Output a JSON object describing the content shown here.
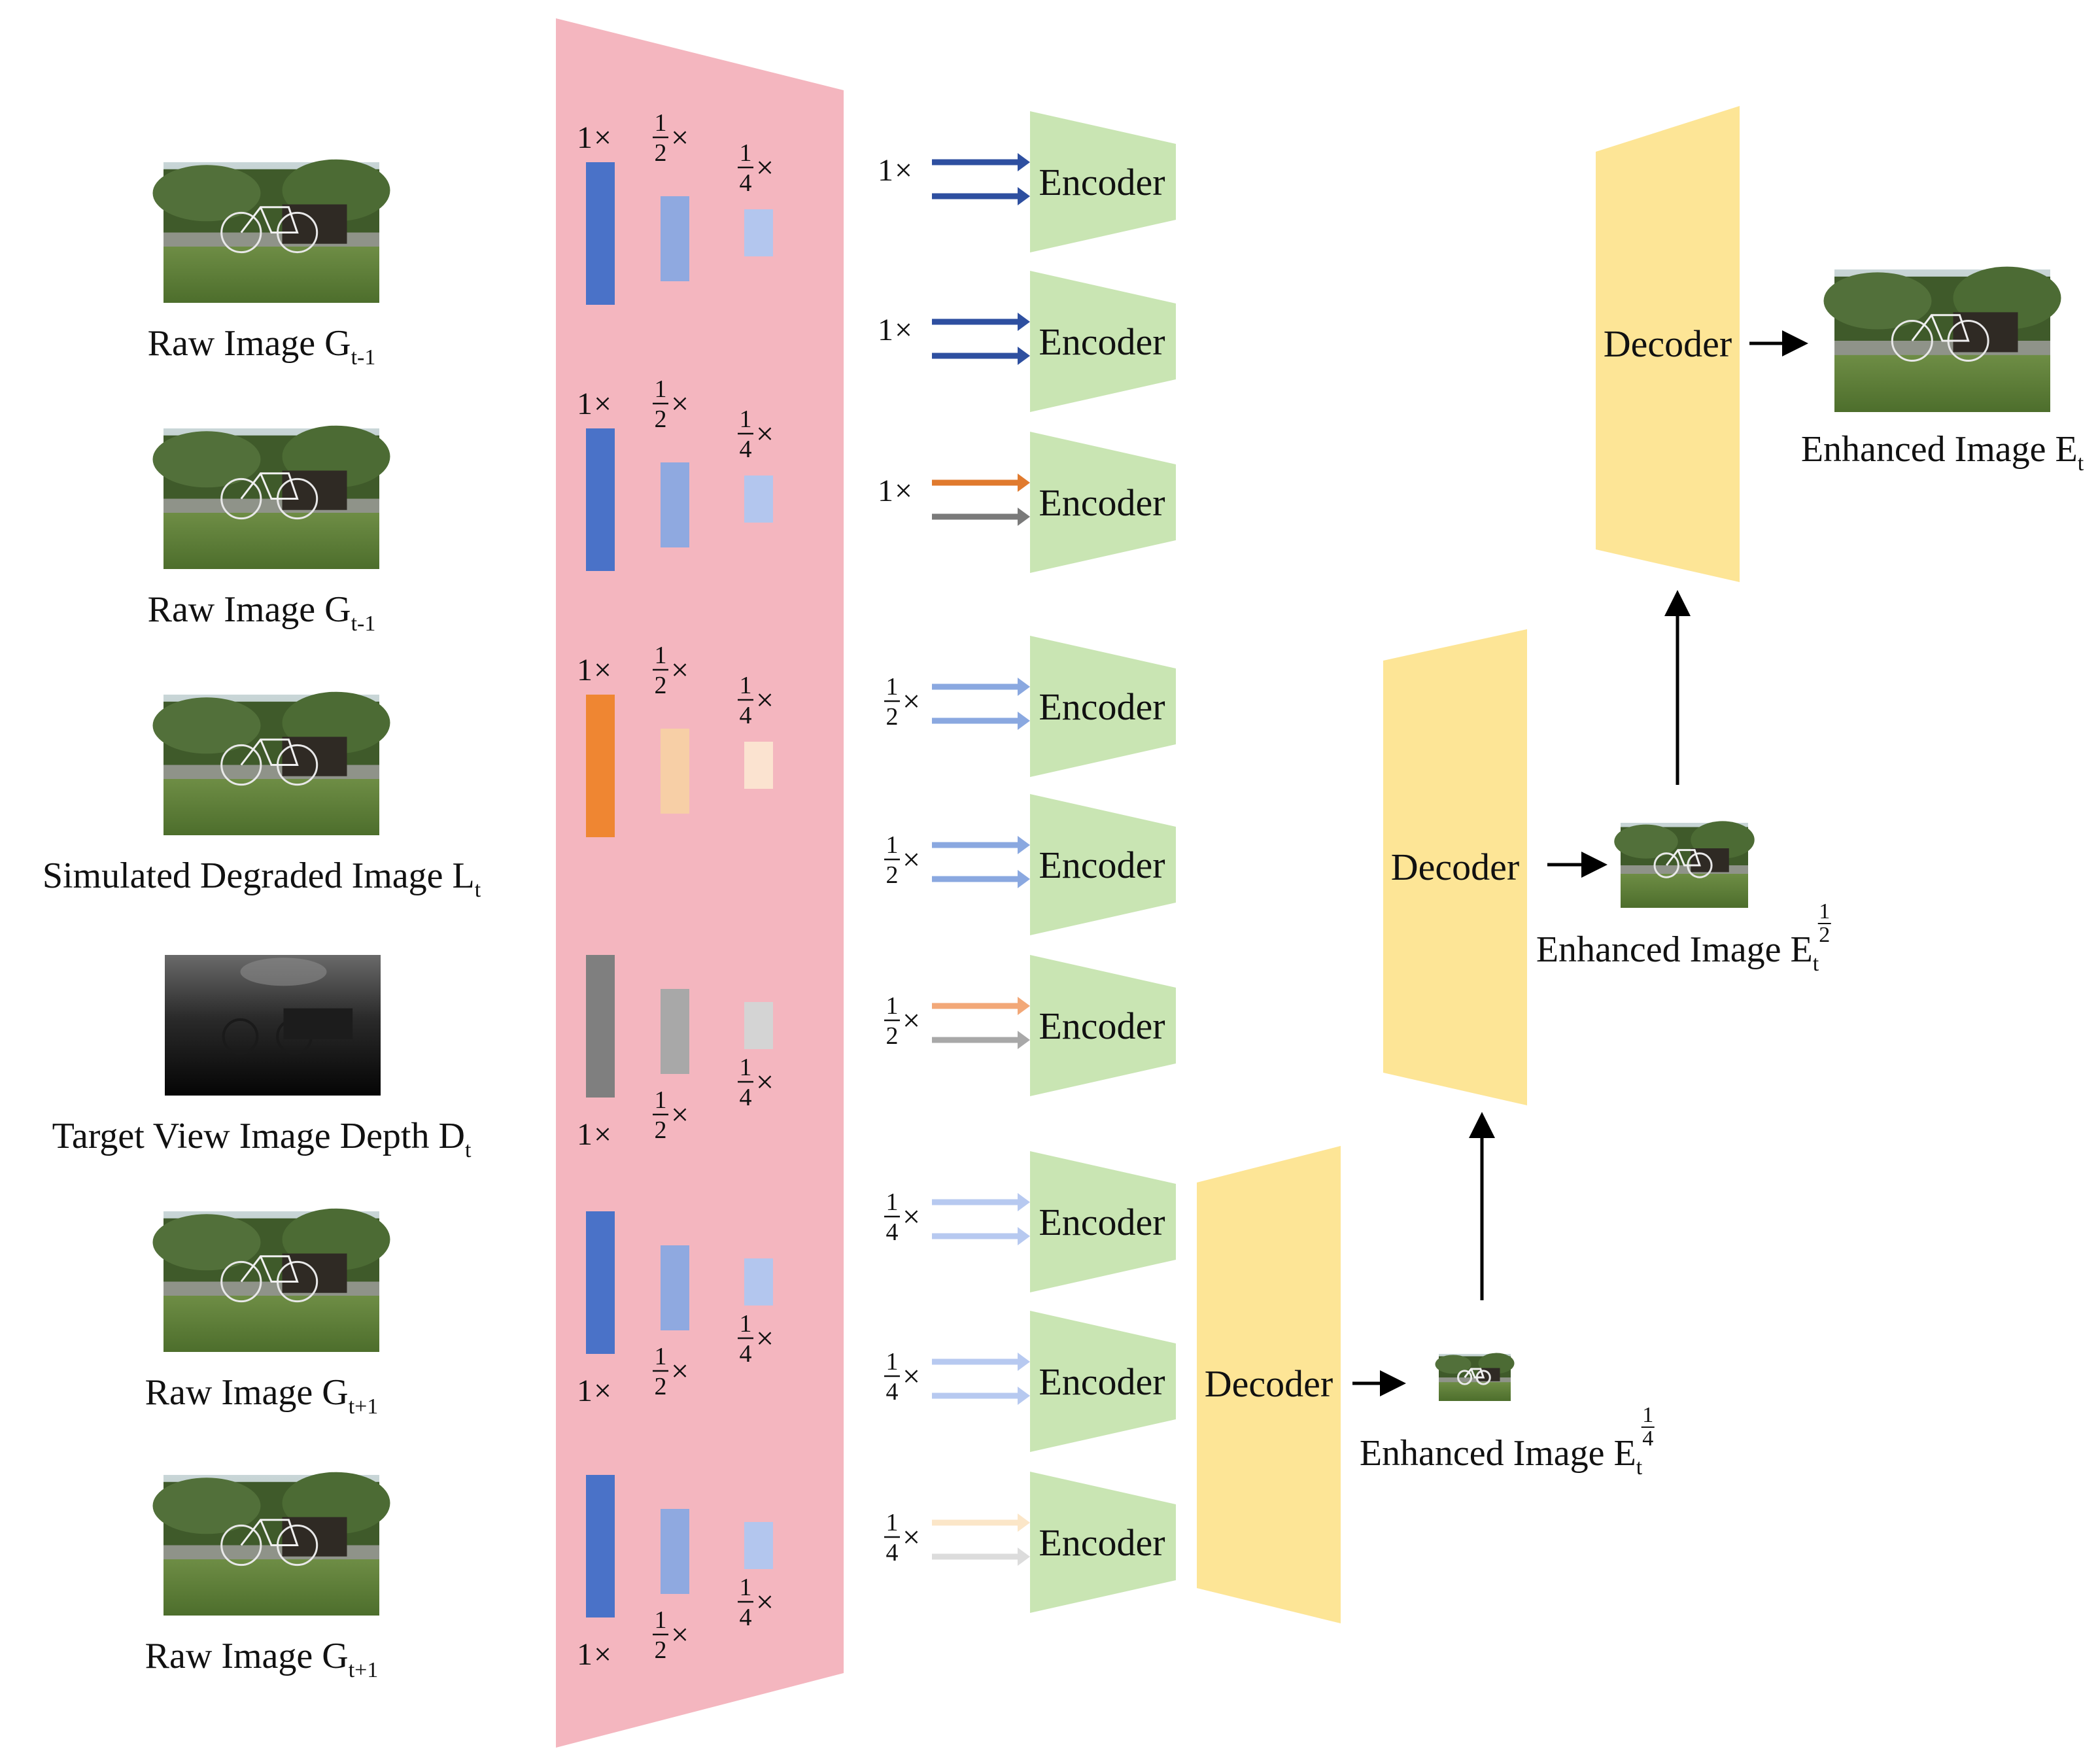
{
  "inputs": [
    {
      "label": "Raw Image G",
      "sub": "t-1",
      "kind": "rgb"
    },
    {
      "label": "Raw Image G",
      "sub": "t-1",
      "kind": "rgb"
    },
    {
      "label": "Simulated Degraded Image L",
      "sub": "t",
      "kind": "rgb"
    },
    {
      "label": "Target View Image Depth D",
      "sub": "t",
      "kind": "depth"
    },
    {
      "label": "Raw Image G",
      "sub": "t+1",
      "kind": "rgb"
    },
    {
      "label": "Raw Image G",
      "sub": "t+1",
      "kind": "rgb"
    }
  ],
  "feature_groups": [
    {
      "color_full": "#4a72c8",
      "color_half": "#8fa9e0",
      "color_quarter": "#b3c6ee",
      "labels_above": true
    },
    {
      "color_full": "#4a72c8",
      "color_half": "#8fa9e0",
      "color_quarter": "#b3c6ee",
      "labels_above": true
    },
    {
      "color_full": "#ef8632",
      "color_half": "#f7cfa6",
      "color_quarter": "#fbe3d0",
      "labels_above": true
    },
    {
      "color_full": "#7f7f7f",
      "color_half": "#a8a8a8",
      "color_quarter": "#d4d4d4",
      "labels_above": false
    },
    {
      "color_full": "#4a72c8",
      "color_half": "#8fa9e0",
      "color_quarter": "#b3c6ee",
      "labels_above": false
    },
    {
      "color_full": "#4a72c8",
      "color_half": "#8fa9e0",
      "color_quarter": "#b3c6ee",
      "labels_above": false
    }
  ],
  "scale_labels": {
    "full": "1",
    "half_den": "2",
    "quarter_den": "4",
    "num": "1",
    "times": "×"
  },
  "encoders": [
    {
      "label": "Encoder",
      "scale": "1",
      "arrow_top": "#2e4fa0",
      "arrow_bottom": "#2e4fa0"
    },
    {
      "label": "Encoder",
      "scale": "1",
      "arrow_top": "#2e4fa0",
      "arrow_bottom": "#2e4fa0"
    },
    {
      "label": "Encoder",
      "scale": "1",
      "arrow_top": "#e07a2e",
      "arrow_bottom": "#7a7a7a"
    },
    {
      "label": "Encoder",
      "scale": "1/2",
      "arrow_top": "#8aa8e0",
      "arrow_bottom": "#8aa8e0"
    },
    {
      "label": "Encoder",
      "scale": "1/2",
      "arrow_top": "#8aa8e0",
      "arrow_bottom": "#8aa8e0"
    },
    {
      "label": "Encoder",
      "scale": "1/2",
      "arrow_top": "#f2a878",
      "arrow_bottom": "#a8a8a8"
    },
    {
      "label": "Encoder",
      "scale": "1/4",
      "arrow_top": "#b7c9f0",
      "arrow_bottom": "#b7c9f0"
    },
    {
      "label": "Encoder",
      "scale": "1/4",
      "arrow_top": "#b7c9f0",
      "arrow_bottom": "#b7c9f0"
    },
    {
      "label": "Encoder",
      "scale": "1/4",
      "arrow_top": "#fbe6c8",
      "arrow_bottom": "#dcdcdc"
    }
  ],
  "decoders": [
    {
      "label": "Decoder"
    },
    {
      "label": "Decoder"
    },
    {
      "label": "Decoder"
    }
  ],
  "outputs": [
    {
      "label": "Enhanced Image E",
      "sub": "t",
      "sup": ""
    },
    {
      "label": "Enhanced Image E",
      "sub": "t",
      "sup": "1/2"
    },
    {
      "label": "Enhanced Image E",
      "sub": "t",
      "sup": "1/4"
    }
  ],
  "colors": {
    "feature_panel": "#f4b6bf",
    "encoder": "#c9e5b3",
    "decoder": "#fde596",
    "arrow": "#000000"
  }
}
